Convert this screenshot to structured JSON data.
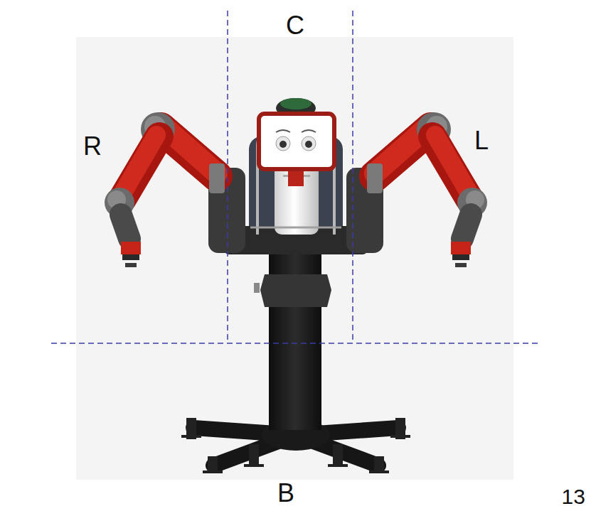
{
  "diagram": {
    "labels": [
      "C",
      "R",
      "L",
      "B",
      "13"
    ]
  }
}
